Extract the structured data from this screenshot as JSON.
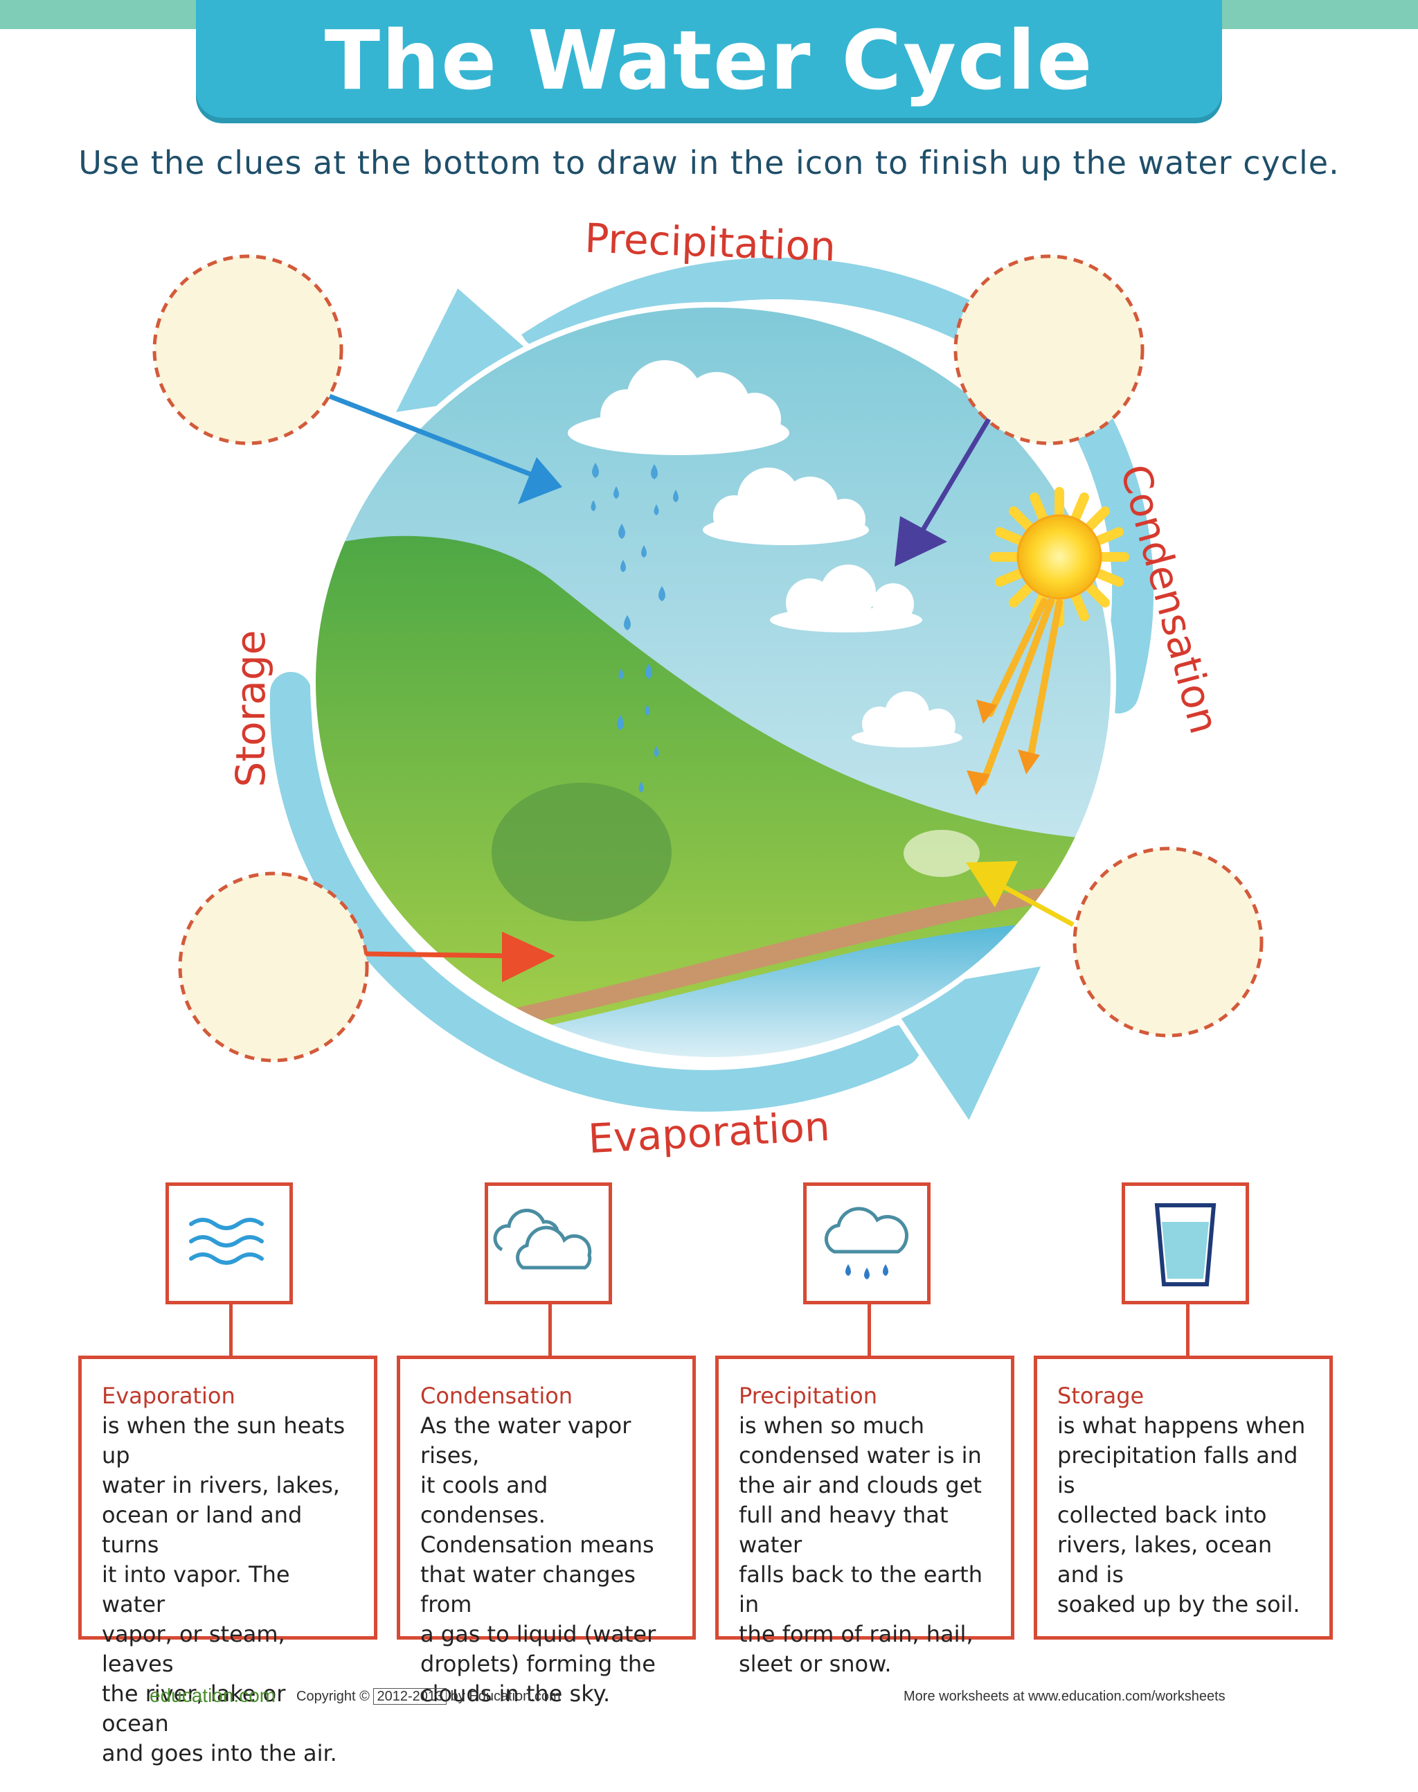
{
  "header": {
    "title": "The Water Cycle",
    "instructions": "Use the clues at the bottom to draw in the icon to finish up the water cycle."
  },
  "diagram": {
    "labels": {
      "precipitation": "Precipitation",
      "condensation": "Condensation",
      "evaporation": "Evaporation",
      "storage": "Storage"
    }
  },
  "cards": [
    {
      "icon": "waves-icon",
      "title": "Evaporation",
      "lines": [
        "is when the sun heats up",
        "water in rivers, lakes,",
        "ocean or land and turns",
        "it into vapor. The water",
        "vapor, or steam, leaves",
        "the river, lake or ocean",
        "and goes into the air."
      ]
    },
    {
      "icon": "clouds-icon",
      "title": "Condensation",
      "lines": [
        "As the water vapor rises,",
        "it cools and condenses.",
        "Condensation means",
        "that water changes from",
        "a gas to liquid (water",
        "droplets) forming the",
        "clouds in the sky."
      ]
    },
    {
      "icon": "rain-cloud-icon",
      "title": "Precipitation",
      "lines": [
        "is when so much",
        "condensed water is in",
        "the air and clouds get",
        "full and heavy that water",
        "falls back to the earth in",
        "the form of rain, hail,",
        "sleet or snow."
      ]
    },
    {
      "icon": "water-glass-icon",
      "title": "Storage",
      "lines": [
        "is what happens when",
        "precipitation falls and is",
        "collected back into",
        "rivers, lakes, ocean and is",
        "soaked up by the soil."
      ]
    }
  ],
  "footer": {
    "logo": "education.com",
    "copyright_prefix": "Copyright ©",
    "years": "2012-2013",
    "copyright_suffix": "by Education.com",
    "more": "More worksheets at www.education.com/worksheets"
  },
  "colors": {
    "banner": "#35b5d2",
    "label_red": "#d63a2e",
    "border_red": "#d74a34",
    "ring_blue": "#8fd3e6"
  }
}
